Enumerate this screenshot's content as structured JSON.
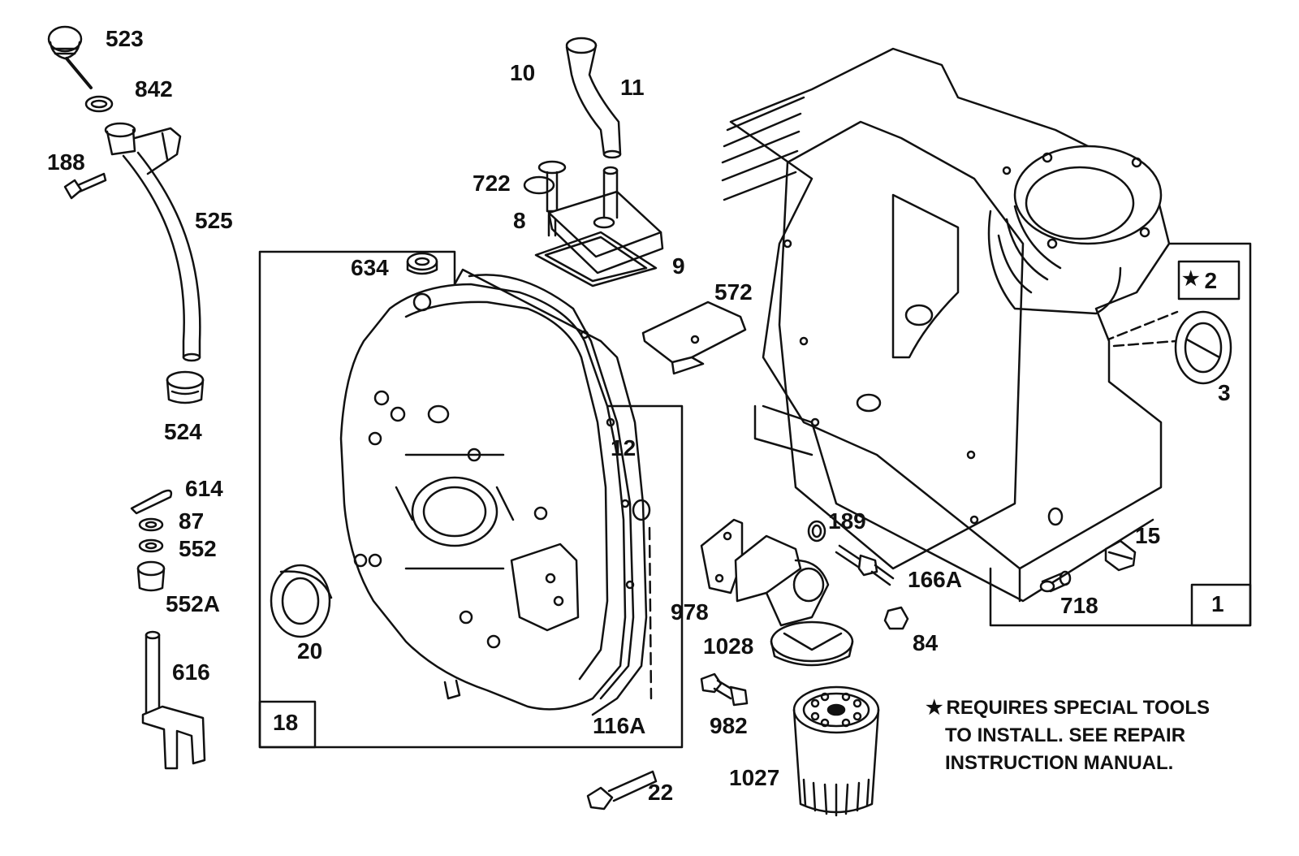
{
  "parts": [
    {
      "id": "p523",
      "label": "523"
    },
    {
      "id": "p842",
      "label": "842"
    },
    {
      "id": "p188",
      "label": "188"
    },
    {
      "id": "p525",
      "label": "525"
    },
    {
      "id": "p524",
      "label": "524"
    },
    {
      "id": "p614",
      "label": "614"
    },
    {
      "id": "p87",
      "label": "87"
    },
    {
      "id": "p552",
      "label": "552"
    },
    {
      "id": "p552A",
      "label": "552A"
    },
    {
      "id": "p616",
      "label": "616"
    },
    {
      "id": "p10",
      "label": "10"
    },
    {
      "id": "p11",
      "label": "11"
    },
    {
      "id": "p722",
      "label": "722"
    },
    {
      "id": "p8",
      "label": "8"
    },
    {
      "id": "p9",
      "label": "9"
    },
    {
      "id": "p634",
      "label": "634"
    },
    {
      "id": "p572",
      "label": "572"
    },
    {
      "id": "p12",
      "label": "12"
    },
    {
      "id": "p20",
      "label": "20"
    },
    {
      "id": "p18",
      "label": "18"
    },
    {
      "id": "p116A",
      "label": "116A"
    },
    {
      "id": "p22",
      "label": "22"
    },
    {
      "id": "p2",
      "label": "2"
    },
    {
      "id": "p3",
      "label": "3"
    },
    {
      "id": "p1",
      "label": "1"
    },
    {
      "id": "p15",
      "label": "15"
    },
    {
      "id": "p718",
      "label": "718"
    },
    {
      "id": "p189",
      "label": "189"
    },
    {
      "id": "p166A",
      "label": "166A"
    },
    {
      "id": "p978",
      "label": "978"
    },
    {
      "id": "p1028",
      "label": "1028"
    },
    {
      "id": "p84",
      "label": "84"
    },
    {
      "id": "p982",
      "label": "982"
    },
    {
      "id": "p1027",
      "label": "1027"
    }
  ],
  "note": {
    "line1": "REQUIRES SPECIAL TOOLS",
    "line2": "TO INSTALL.  SEE REPAIR",
    "line3": "INSTRUCTION MANUAL."
  }
}
